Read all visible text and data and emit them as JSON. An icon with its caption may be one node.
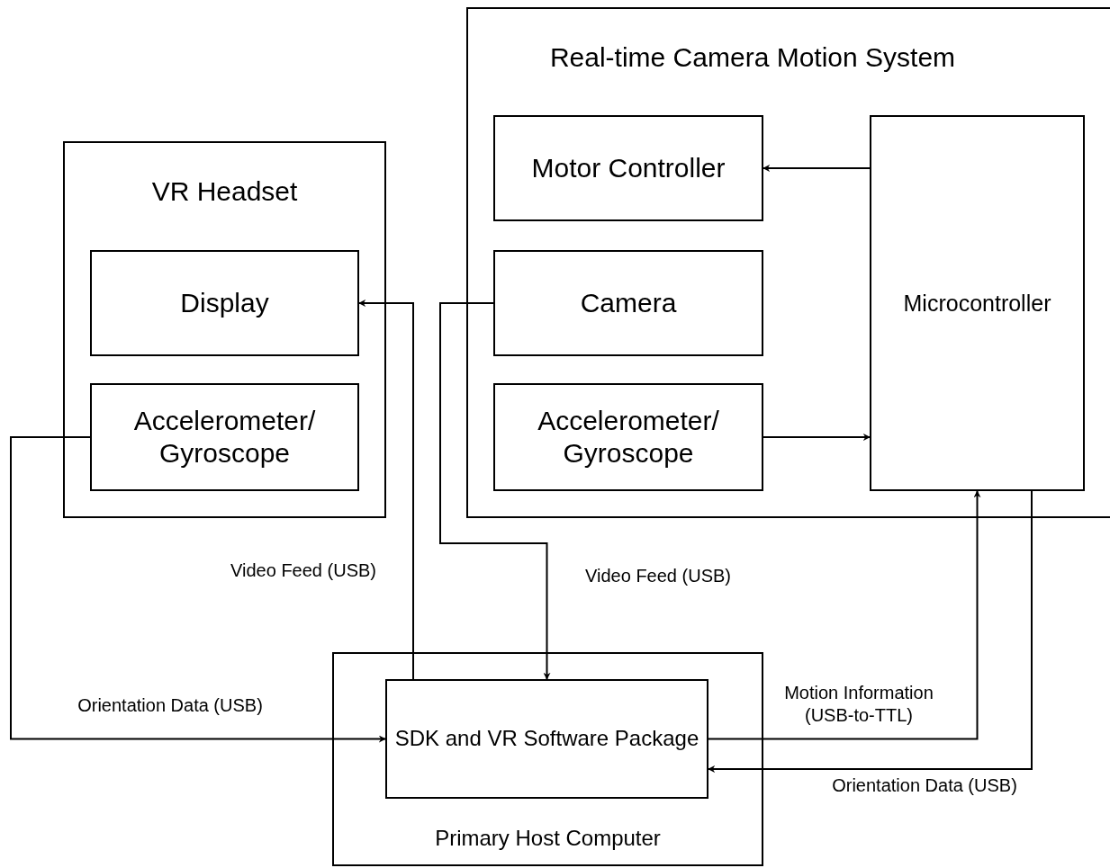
{
  "diagram": {
    "nodes": [
      {
        "text": [
          "Real-time Camera Motion System"
        ]
      },
      {
        "text": [
          "Motor Controller"
        ],
        "in": 0
      },
      {
        "text": [
          "Camera"
        ],
        "in": 0
      },
      {
        "text": [
          "Accelerometer/ Gyroscope"
        ],
        "in": 0
      },
      {
        "text": [
          "Microcontroller"
        ],
        "in": 0
      },
      {
        "text": [
          "VR Headset"
        ]
      },
      {
        "text": [
          "Display"
        ],
        "in": 5
      },
      {
        "text": [
          "Accelerometer/ Gyroscope"
        ],
        "in": 5
      },
      {
        "text": [
          "Primary Host Computer"
        ]
      },
      {
        "text": [
          "SDK and VR Software Package"
        ],
        "in": 8
      }
    ],
    "edges": [
      {
        "from": 4,
        "to": 1,
        "arrow": "to"
      },
      {
        "from": 9,
        "to": 6,
        "arrow": "to",
        "label": "Video Feed (USB)"
      },
      {
        "from": 2,
        "to": 9,
        "arrow": "to",
        "label": "Video Feed (USB)"
      },
      {
        "from": 7,
        "to": 9,
        "arrow": "to",
        "label": "Orientation Data (USB)"
      },
      {
        "from": 9,
        "to": 4,
        "arrow": "to",
        "label": "Motion Information (USB-to-TTL)"
      },
      {
        "from": 4,
        "to": 9,
        "arrow": "to",
        "label": "Orientation Data (USB)"
      },
      {
        "from": 3,
        "to": 4,
        "arrow": "to"
      }
    ]
  }
}
